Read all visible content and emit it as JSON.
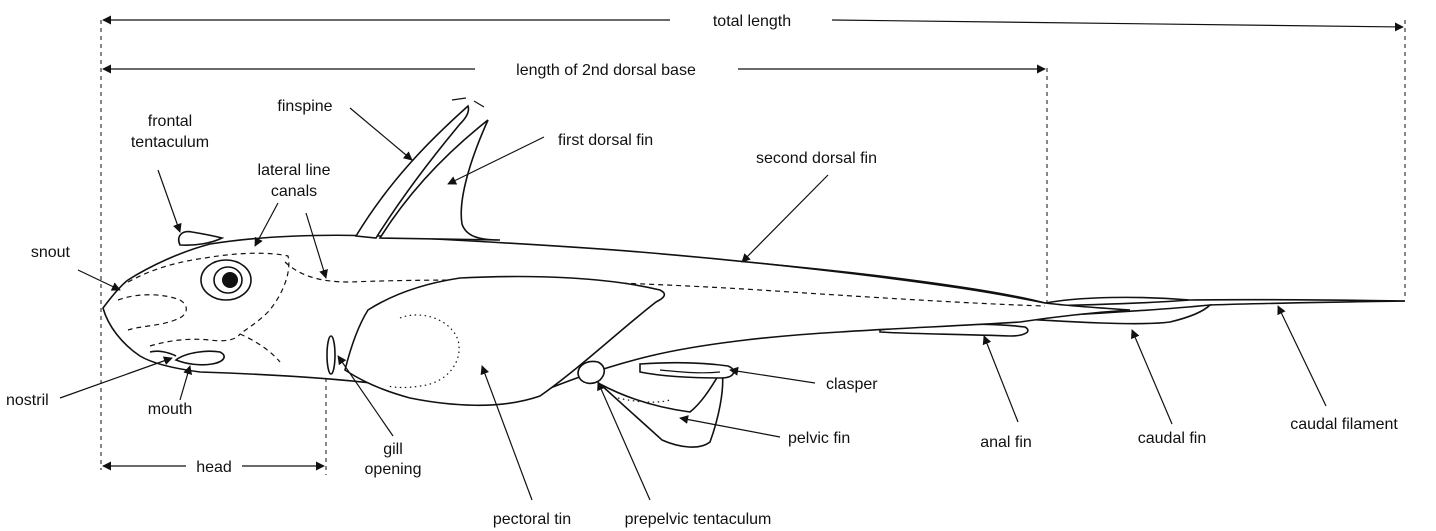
{
  "measurements": {
    "total_length": "total length",
    "dorsal_base": "length of 2nd dorsal base",
    "head": "head"
  },
  "labels": {
    "snout": "snout",
    "frontal_tentaculum_1": "frontal",
    "frontal_tentaculum_2": "tentaculum",
    "finspine": "finspine",
    "lateral_line_1": "lateral line",
    "lateral_line_2": "canals",
    "first_dorsal_fin": "first dorsal fin",
    "second_dorsal_fin": "second dorsal fin",
    "nostril": "nostril",
    "mouth": "mouth",
    "gill_opening_1": "gill",
    "gill_opening_2": "opening",
    "pectoral_fin": "pectoral tin",
    "prepelvic_tentaculum": "prepelvic tentaculum",
    "pelvic_fin": "pelvic fin",
    "clasper": "clasper",
    "anal_fin": "anal fin",
    "caudal_fin": "caudal fin",
    "caudal_filament": "caudal filament"
  },
  "colors": {
    "ink": "#111111",
    "background": "#ffffff"
  }
}
